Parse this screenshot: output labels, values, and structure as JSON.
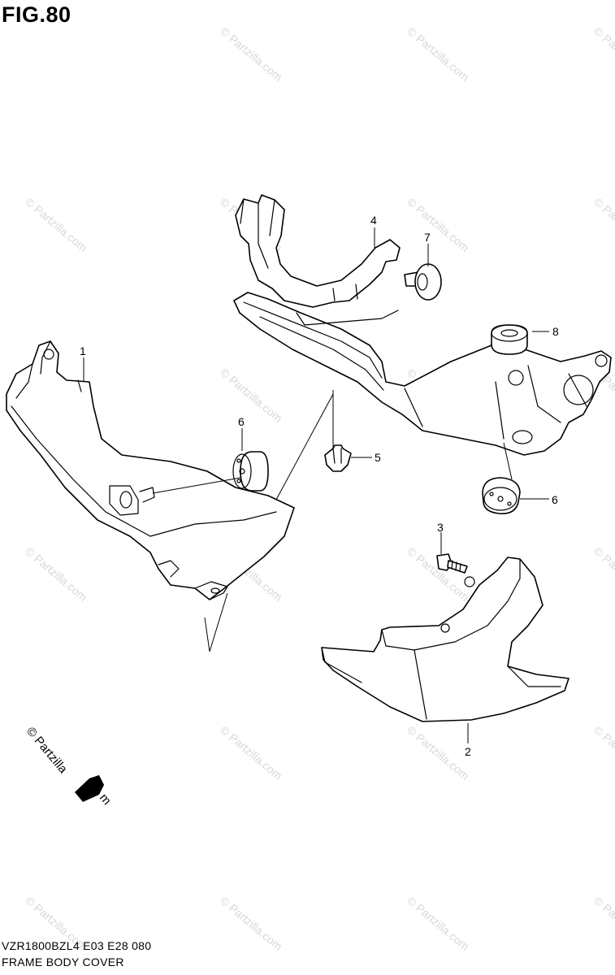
{
  "figure": {
    "title": "FIG.80",
    "model_code": "VZR1800BZL4  E03  E28  080",
    "section_name": "FRAME BODY COVER"
  },
  "callouts": [
    {
      "id": "1",
      "label": "1"
    },
    {
      "id": "2",
      "label": "2"
    },
    {
      "id": "3",
      "label": "3"
    },
    {
      "id": "4",
      "label": "4"
    },
    {
      "id": "5",
      "label": "5"
    },
    {
      "id": "6a",
      "label": "6"
    },
    {
      "id": "6b",
      "label": "6"
    },
    {
      "id": "7",
      "label": "7"
    },
    {
      "id": "8",
      "label": "8"
    }
  ],
  "watermark": {
    "text": "© Partzilla.com",
    "logo_text": "© Partzilla",
    "logo_suffix": "m"
  },
  "colors": {
    "line": "#000000",
    "background": "#ffffff",
    "watermark": "#d8d8d8"
  }
}
